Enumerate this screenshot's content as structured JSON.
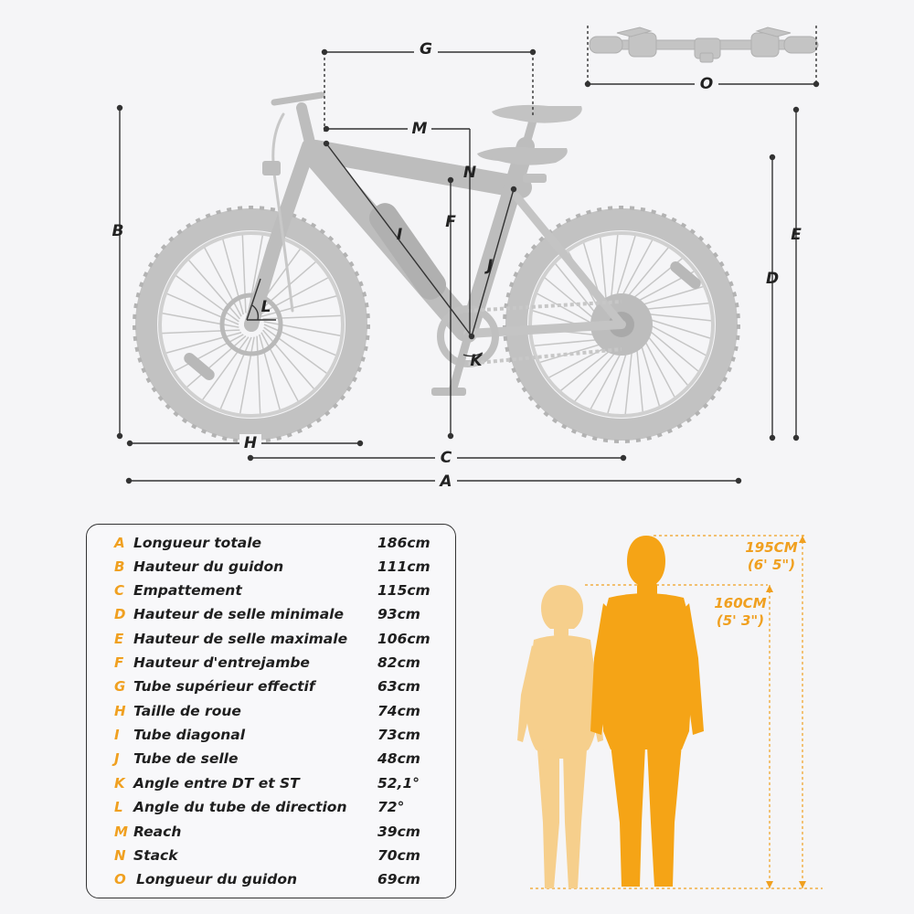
{
  "dimension_letters": [
    "G",
    "O",
    "M",
    "N",
    "F",
    "B",
    "I",
    "J",
    "L",
    "K",
    "E",
    "D",
    "H",
    "C",
    "A"
  ],
  "specs": [
    {
      "letter": "A",
      "name": "Longueur totale",
      "value": "186cm"
    },
    {
      "letter": "B",
      "name": "Hauteur du guidon",
      "value": "111cm"
    },
    {
      "letter": "C",
      "name": "Empattement",
      "value": "115cm"
    },
    {
      "letter": "D",
      "name": "Hauteur de selle minimale",
      "value": "93cm"
    },
    {
      "letter": "E",
      "name": "Hauteur de selle maximale",
      "value": "106cm"
    },
    {
      "letter": "F",
      "name": "Hauteur d'entrejambe",
      "value": "82cm"
    },
    {
      "letter": "G",
      "name": "Tube supérieur effectif",
      "value": "63cm"
    },
    {
      "letter": "H",
      "name": "Taille de roue",
      "value": "74cm"
    },
    {
      "letter": "I",
      "name": "Tube diagonal",
      "value": "73cm"
    },
    {
      "letter": "J",
      "name": "Tube de selle",
      "value": "48cm"
    },
    {
      "letter": "K",
      "name": "Angle entre DT et ST",
      "value": "52,1°"
    },
    {
      "letter": "L",
      "name": "Angle du tube de direction",
      "value": "72°"
    },
    {
      "letter": "M",
      "name": "Reach",
      "value": "39cm"
    },
    {
      "letter": "N",
      "name": "Stack",
      "value": "70cm"
    },
    {
      "letter": "O",
      "name": "Longueur du guidon",
      "value": "69cm"
    }
  ],
  "heights": {
    "tall_cm": "195CM",
    "tall_ft": "(6' 5\")",
    "short_cm": "160CM",
    "short_ft": "(5' 3\")"
  },
  "colors": {
    "accent": "#f0a020",
    "man": "#f5a416",
    "woman": "#f6cf8c",
    "bike": "#bdbdbd",
    "background": "#f5f5f7"
  }
}
